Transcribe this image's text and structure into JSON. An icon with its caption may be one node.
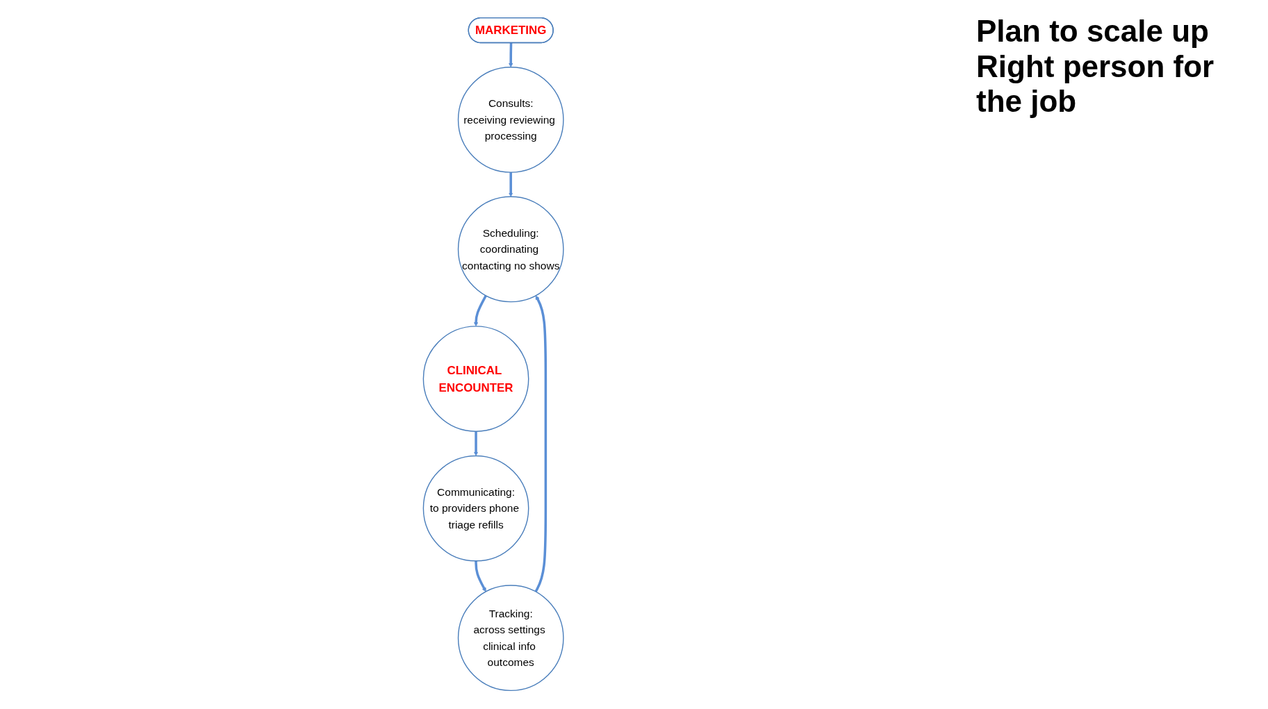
{
  "diagram": {
    "nodes": [
      {
        "text": [
          "MARKETING"
        ]
      },
      {
        "text": [
          "Consults:",
          "receiving reviewing processing"
        ]
      },
      {
        "text": [
          "Scheduling:",
          "coordinating contacting no shows"
        ]
      },
      {
        "text": [
          "CLINICAL ENCOUNTER"
        ]
      },
      {
        "text": [
          "Communicating:",
          "to providers phone triage refills"
        ]
      },
      {
        "text": [
          "Tracking:",
          "across settings clinical info outcomes"
        ]
      }
    ],
    "edges": [
      {
        "from": 0,
        "to": 1,
        "arrow": "to"
      },
      {
        "from": 1,
        "to": 2,
        "arrow": "to"
      },
      {
        "from": 5,
        "to": 2,
        "arrow": "to"
      },
      {
        "from": 2,
        "to": 3,
        "arrow": "to"
      },
      {
        "from": 3,
        "to": 4,
        "arrow": "to"
      },
      {
        "from": 4,
        "to": 5,
        "arrow": "to"
      }
    ],
    "labels": [
      "Plan to scale up",
      "Right person for the job"
    ]
  }
}
